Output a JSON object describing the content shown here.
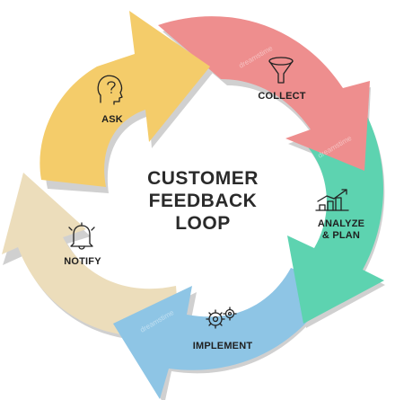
{
  "diagram": {
    "title_lines": [
      "CUSTOMER",
      "FEEDBACK",
      "LOOP"
    ],
    "steps": [
      {
        "id": "ask",
        "label": "ASK",
        "icon": "question-head-icon",
        "color": "#F4CC6A"
      },
      {
        "id": "collect",
        "label": "COLLECT",
        "icon": "funnel-icon",
        "color": "#EE8E8E"
      },
      {
        "id": "analyze",
        "label": "ANALYZE & PLAN",
        "label_lines": [
          "ANALYZE",
          "& PLAN"
        ],
        "icon": "growth-chart-icon",
        "color": "#5DD3B0"
      },
      {
        "id": "implement",
        "label": "IMPLEMENT",
        "icon": "gears-icon",
        "color": "#8EC5E5"
      },
      {
        "id": "notify",
        "label": "NOTIFY",
        "icon": "bell-icon",
        "color": "#ECDDBB"
      }
    ],
    "watermark": "dreamstime"
  }
}
